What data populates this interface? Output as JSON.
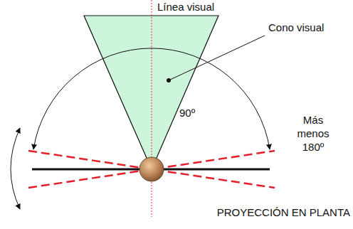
{
  "diagram": {
    "labels": [
      "Línea visual",
      "Cono visual",
      "90º",
      "Más menos 180º",
      "PROYECCIÓN EN PLANTA"
    ]
  }
}
